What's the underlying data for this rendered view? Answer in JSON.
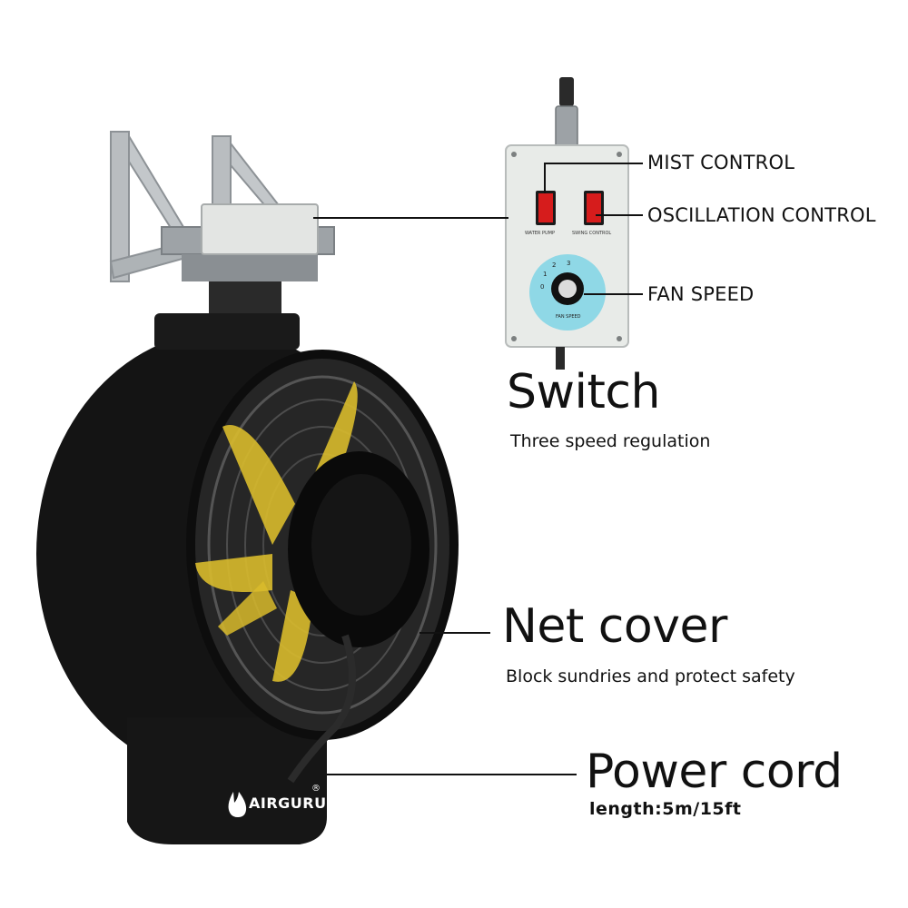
{
  "colors": {
    "background": "#ffffff",
    "fan_body": "#141414",
    "blade_yellow": "#d9bb2c",
    "switch_red": "#d61c1c",
    "dial_cyan": "#8fd8e6",
    "control_box": "#e8ebe8",
    "bracket_metal": "#b9bdc0"
  },
  "brand": {
    "name": "AIRGURU",
    "mark": "®"
  },
  "control_box": {
    "left_switch_label": "WATER PUMP",
    "right_switch_label": "SWING CONTROL",
    "dial_label": "FAN SPEED",
    "dial_ticks": [
      "0",
      "1",
      "2",
      "3"
    ]
  },
  "callouts": {
    "mist_control": "MIST CONTROL",
    "oscillation_control": "OSCILLATION CONTROL",
    "fan_speed": "FAN SPEED",
    "switch_title": "Switch",
    "switch_caption": "Three speed regulation",
    "net_cover_title": "Net cover",
    "net_cover_caption": "Block sundries and protect safety",
    "power_cord_title": "Power cord",
    "power_cord_caption": "length:5m/15ft"
  },
  "icons": {
    "brand_logo": "flame-drop-icon",
    "switches": "rocker-switch-icon",
    "dial": "speed-knob-icon"
  }
}
